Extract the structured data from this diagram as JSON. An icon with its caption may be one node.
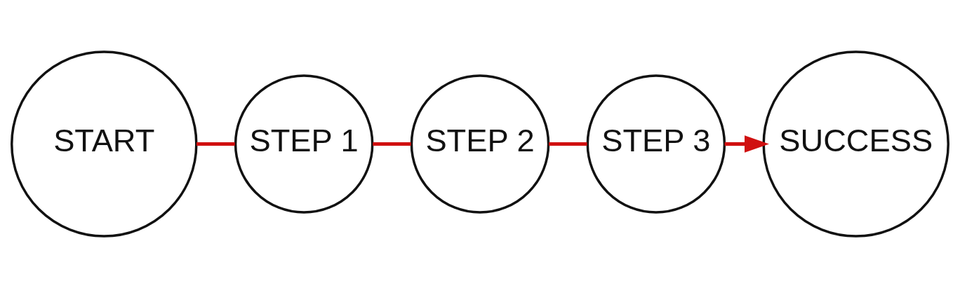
{
  "diagram": {
    "nodes": [
      {
        "text": [
          "START"
        ]
      },
      {
        "text": [
          "STEP 1"
        ]
      },
      {
        "text": [
          "STEP 2"
        ]
      },
      {
        "text": [
          "STEP 3"
        ]
      },
      {
        "text": [
          "SUCCESS"
        ]
      }
    ],
    "edges": [
      {
        "from": 0,
        "to": 1,
        "arrow": "none"
      },
      {
        "from": 1,
        "to": 2,
        "arrow": "none"
      },
      {
        "from": 2,
        "to": 3,
        "arrow": "none"
      },
      {
        "from": 3,
        "to": 4,
        "arrow": "to"
      }
    ]
  }
}
